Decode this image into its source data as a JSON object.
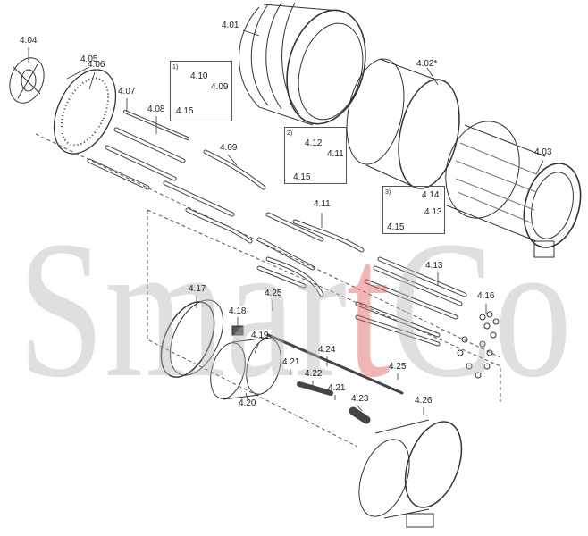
{
  "watermark": {
    "text_main": "Smar",
    "text_accent": "t",
    "text_end": "Co",
    "gray": "#b8b8b8",
    "red": "#e05a5a"
  },
  "labels": {
    "p401": "4.01",
    "p402": "4.02*",
    "p403": "4.03",
    "p404": "4.04",
    "p405": "4.05",
    "p406": "4.06",
    "p407": "4.07",
    "p408": "4.08",
    "p409a": "4.09",
    "p409b": "4.09",
    "p410": "4.10",
    "p411a": "4.11",
    "p411b": "4.11",
    "p412": "4.12",
    "p413a": "4.13",
    "p413b": "4.13",
    "p414": "4.14",
    "p415a": "4.15",
    "p415b": "4.15",
    "p415c": "4.15",
    "p416": "4.16",
    "p417": "4.17",
    "p418": "4.18",
    "p419": "4.19",
    "p420": "4.20",
    "p421a": "4.21",
    "p421b": "4.21",
    "p422": "4.22",
    "p423": "4.23",
    "p424": "4.24",
    "p425a": "4.25",
    "p425b": "4.25",
    "p426": "4.26"
  },
  "variants": {
    "v1": "1)",
    "v2": "2)",
    "v3": "3)"
  }
}
